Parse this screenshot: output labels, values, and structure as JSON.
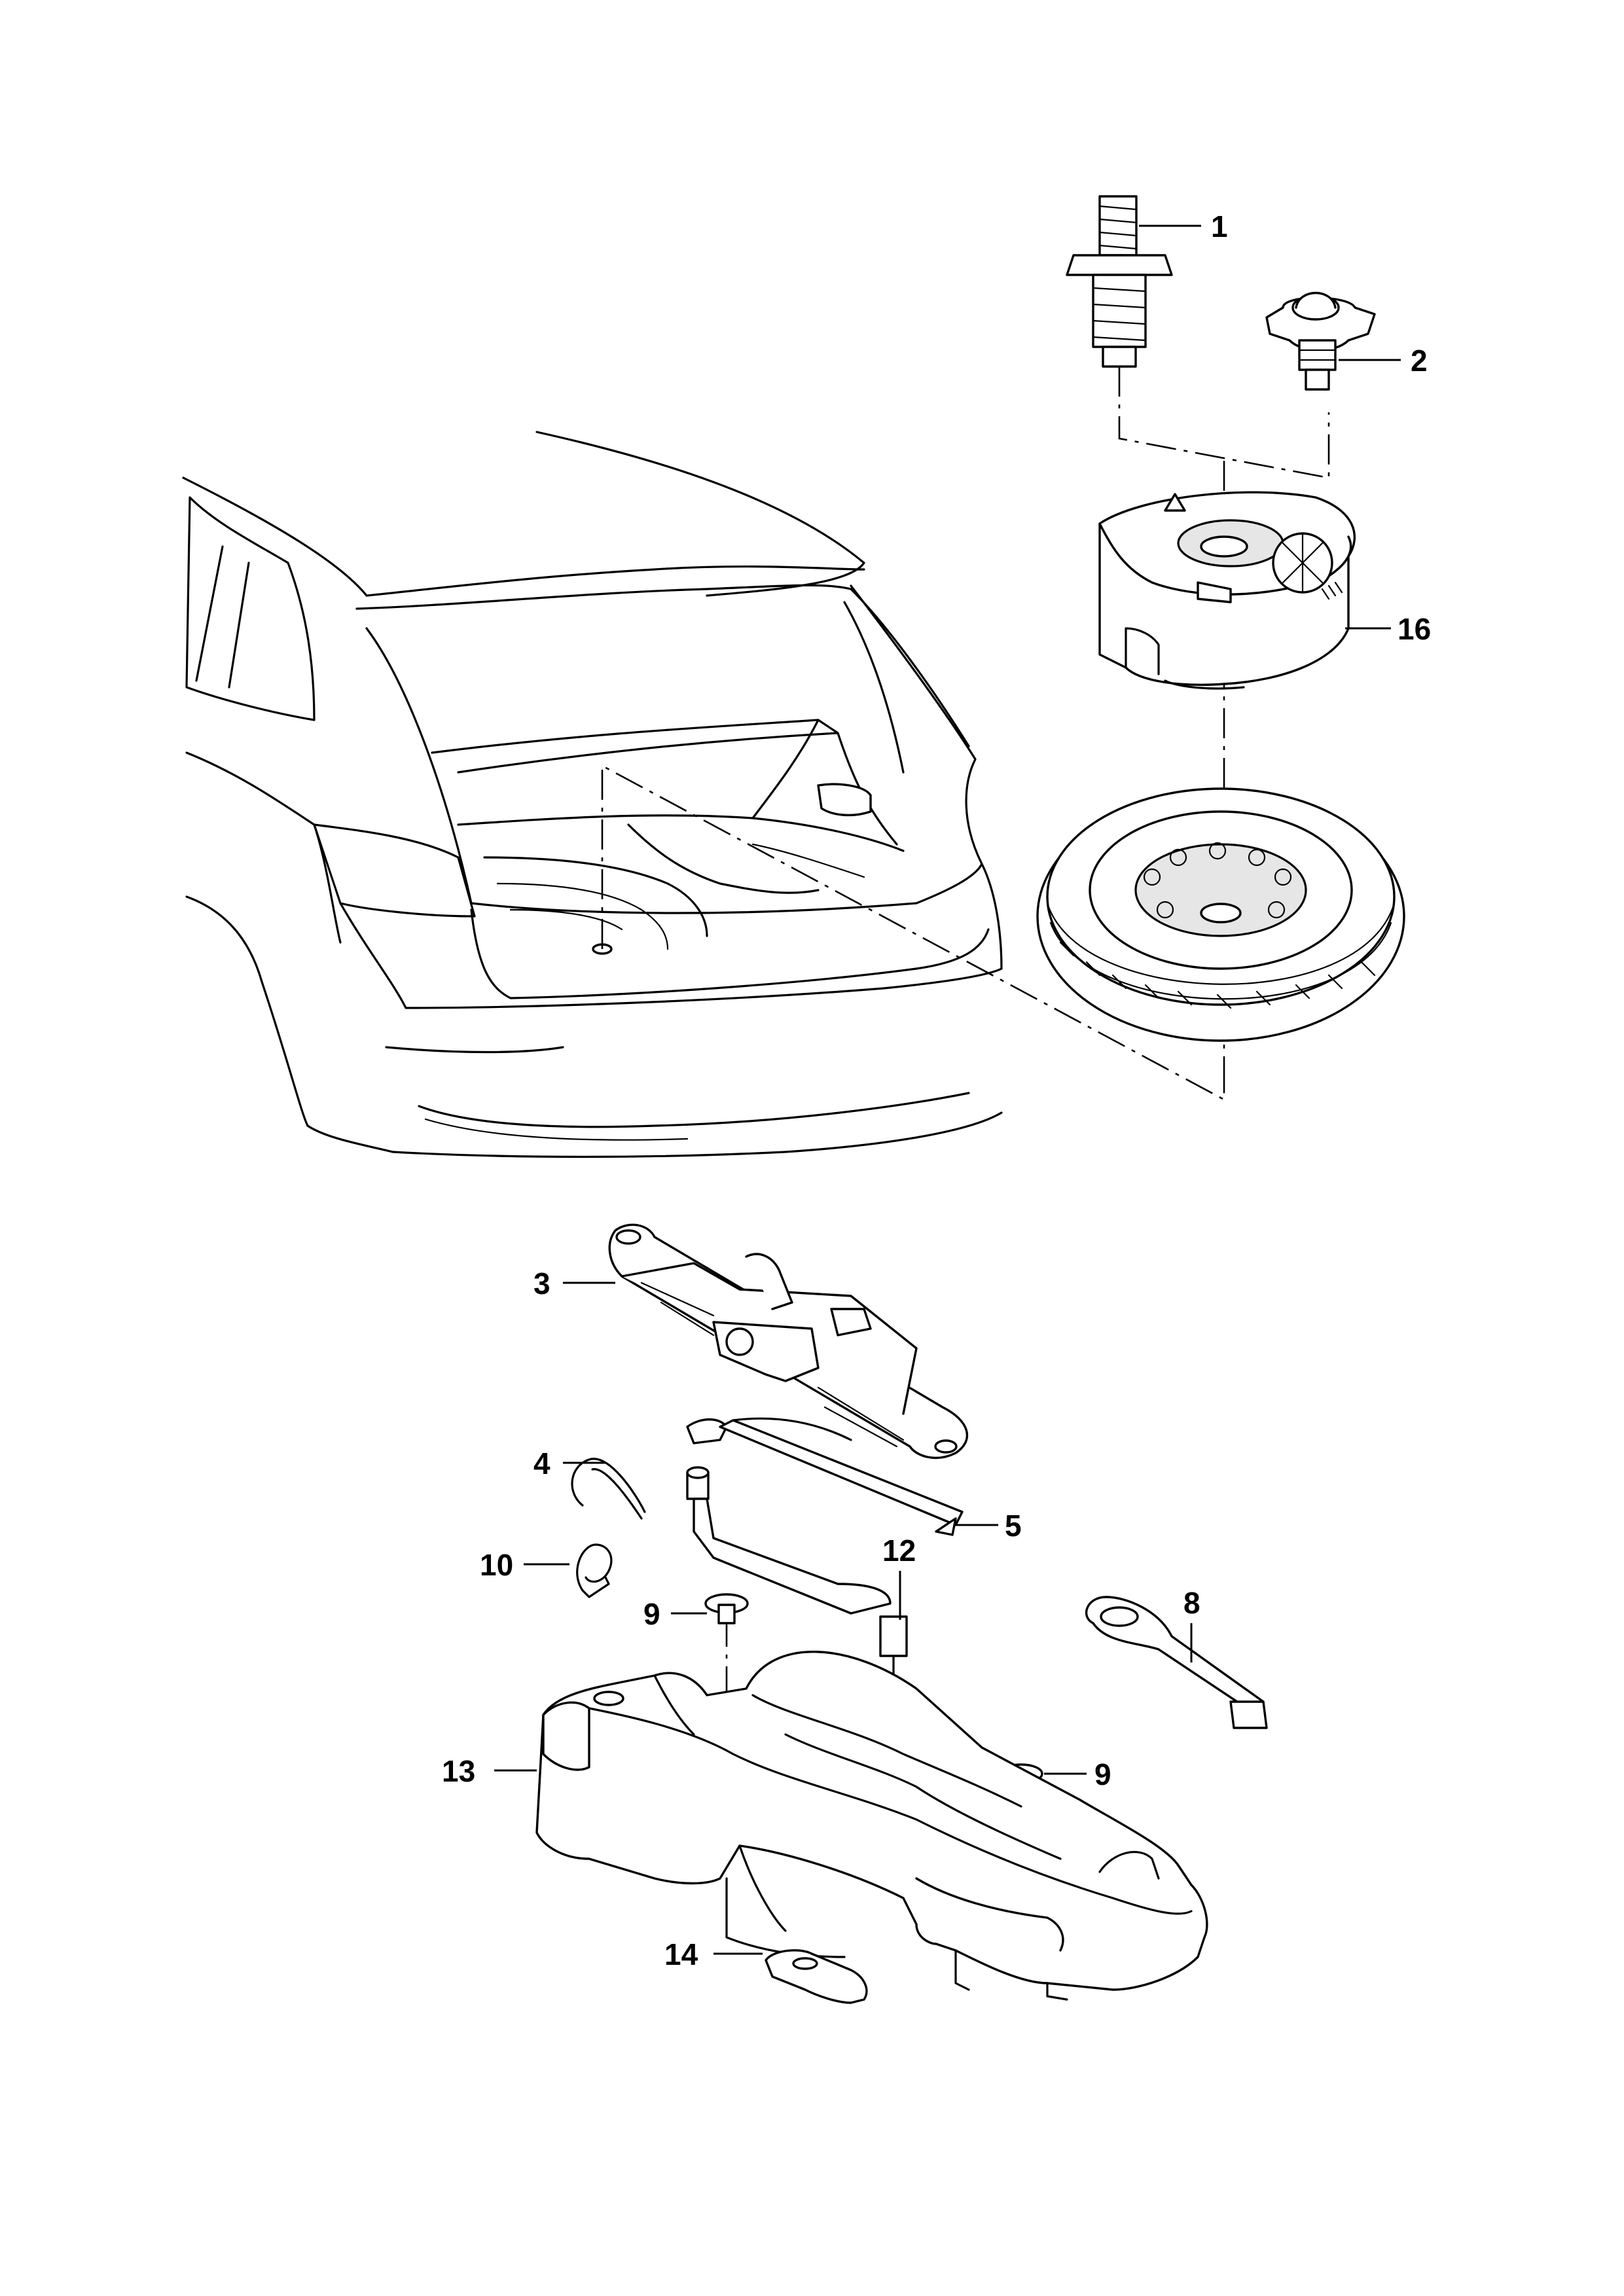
{
  "callouts": {
    "c1": "1",
    "c2": "2",
    "c3": "3",
    "c4": "4",
    "c5": "5",
    "c8": "8",
    "c9a": "9",
    "c9b": "9",
    "c10": "10",
    "c12": "12",
    "c13": "13",
    "c14": "14",
    "c16": "16"
  }
}
